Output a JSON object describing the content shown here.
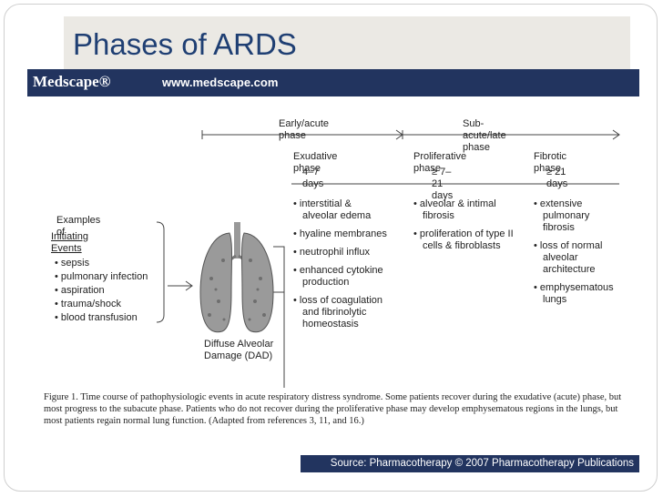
{
  "slide": {
    "title": "Phases of ARDS"
  },
  "header": {
    "logo": "Medscape®",
    "url": "www.medscape.com"
  },
  "timeline": {
    "early": "Early/acute phase",
    "late": "Sub-acute/late phase"
  },
  "phases": [
    {
      "name": "Exudative phase",
      "duration": "4–7 days",
      "items": [
        "interstitial & alveolar edema",
        "hyaline membranes",
        "neutrophil influx",
        "enhanced cytokine production",
        "loss of coagulation and fibrinolytic homeostasis"
      ]
    },
    {
      "name": "Proliferative phase",
      "duration": "≥ 7–21 days",
      "items": [
        "alveolar & intimal fibrosis",
        "proliferation of type II cells & fibroblasts"
      ]
    },
    {
      "name": "Fibrotic phase",
      "duration": "≥ 21 days",
      "items": [
        "extensive pulmonary fibrosis",
        "loss of normal alveolar architecture",
        "emphysematous lungs"
      ]
    }
  ],
  "initiating": {
    "heading_line1": "Examples of",
    "heading_line2": "Initiating Events",
    "items": [
      "sepsis",
      "pulmonary infection",
      "aspiration",
      "trauma/shock",
      "blood transfusion"
    ]
  },
  "lung_label": "Diffuse Alveolar Damage (DAD)",
  "caption": "Figure 1.  Time course of pathophysiologic events in acute respiratory distress syndrome.  Some patients recover during the exudative (acute) phase, but most progress to the subacute phase.  Patients who do not recover during the proliferative phase may develop emphysematous regions in the lungs, but most patients regain normal lung function.  (Adapted from references 3, 11, and 16.)",
  "source": "Source: Pharmacotherapy © 2007 Pharmacotherapy Publications"
}
